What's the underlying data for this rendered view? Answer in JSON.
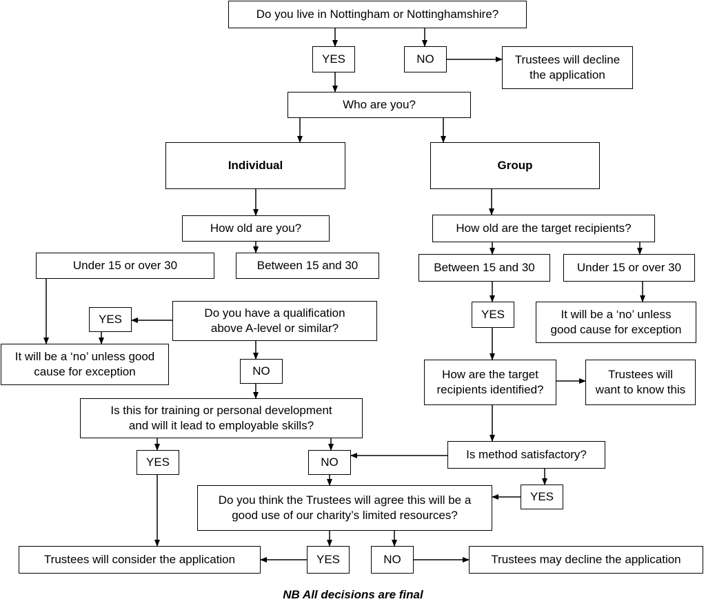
{
  "nodes": {
    "q_live": "Do you live in Nottingham or Nottinghamshire?",
    "yes_live": "YES",
    "no_live": "NO",
    "decline_1": "Trustees will decline\nthe application",
    "who": "Who are you?",
    "individual": "Individual",
    "group": "Group",
    "q_age_ind": "How old are you?",
    "ind_under": "Under 15 or over 30",
    "ind_between": "Between 15 and 30",
    "q_qual": "Do you have a qualification\nabove A-level or similar?",
    "qual_yes": "YES",
    "no_unless_ind": "It will be a ‘no’ unless good\ncause for exception",
    "qual_no": "NO",
    "q_training": "Is this for training or personal development\nand will it lead to employable skills?",
    "train_yes": "YES",
    "train_no": "NO",
    "q_age_grp": "How old are the target recipients?",
    "grp_between": "Between 15 and 30",
    "grp_under": "Under 15 or over 30",
    "grp_yes": "YES",
    "no_unless_grp": "It will be a ‘no’ unless\ngood cause for exception",
    "q_identified": "How are the target\nrecipients identified?",
    "want_know": "Trustees will\nwant to know this",
    "q_method": "Is method satisfactory?",
    "method_yes": "YES",
    "q_resources": "Do you think the Trustees will agree this will be a\ngood use of our charity’s limited resources?",
    "res_yes": "YES",
    "res_no": "NO",
    "consider": "Trustees will consider the application",
    "may_decline": "Trustees may decline the application"
  },
  "footer": "NB All decisions are final"
}
